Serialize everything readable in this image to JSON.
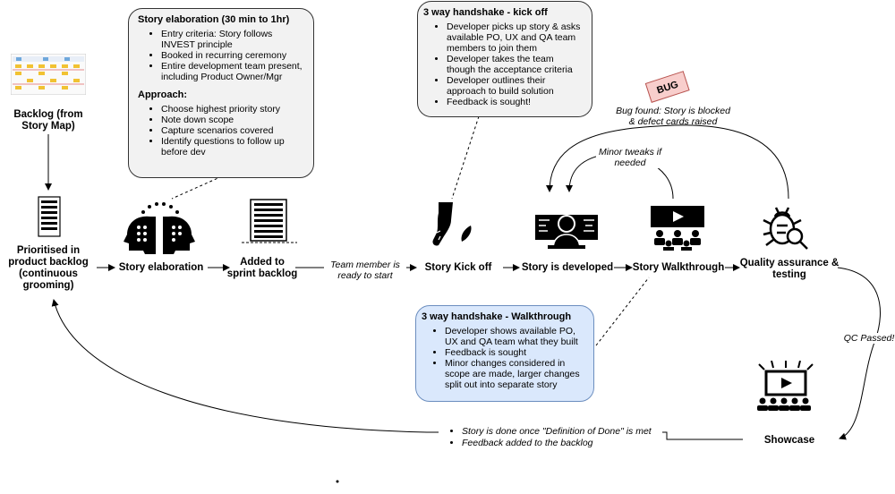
{
  "nodes": {
    "backlog": "Backlog (from Story Map)",
    "prioritised": "Prioritised in product backlog (continuous grooming)",
    "elaboration": "Story elaboration",
    "sprint": "Added to sprint backlog",
    "kickoff": "Story Kick off",
    "developed": "Story is developed",
    "walkthrough": "Story Walkthrough",
    "qa": "Quality assurance & testing",
    "showcase": "Showcase"
  },
  "edge_labels": {
    "team_member": "Team member is ready to start",
    "minor_tweaks": "Minor tweaks if needed",
    "bug_found": "Bug found: Story is blocked & defect cards raised",
    "qc_passed": "QC Passed!"
  },
  "bug_tag": "BUG",
  "elaboration_callout": {
    "title": "Story elaboration (30 min to 1hr)",
    "items": [
      "Entry criteria: Story follows INVEST principle",
      "Booked in recurring ceremony",
      "Entire development team present, including Product Owner/Mgr"
    ],
    "approach_title": "Approach:",
    "approach_items": [
      "Choose highest priority story",
      "Note down scope",
      "Capture scenarios covered",
      "Identify questions to follow up before dev"
    ]
  },
  "kickoff_callout": {
    "title": "3 way handshake - kick off",
    "items": [
      "Developer picks up story & asks available PO, UX and QA team members to join them",
      "Developer takes the team though the acceptance criteria",
      "Developer outlines their approach to build solution",
      "Feedback is sought!"
    ]
  },
  "walkthrough_callout": {
    "title": "3 way handshake - Walkthrough",
    "items": [
      "Developer shows available PO, UX and QA team what they built",
      "Feedback is sought",
      "Minor changes considered in scope are made, larger changes split out into separate story"
    ]
  },
  "done_notes": [
    "Story is done once \"Definition of Done\" is met",
    "Feedback added to the backlog"
  ],
  "colors": {
    "callout_grey": "#f2f2f2",
    "callout_blue": "#dae8fc",
    "callout_blue_border": "#6c8ebf",
    "bug_fill": "#f8cecc",
    "bug_border": "#b85450"
  }
}
